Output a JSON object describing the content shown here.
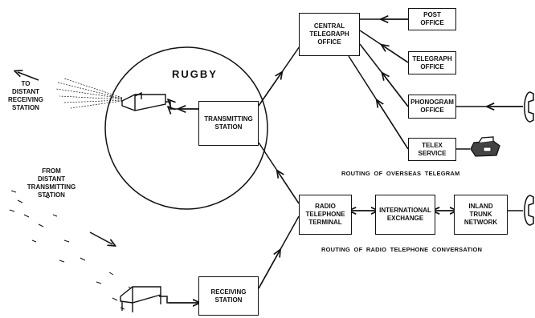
{
  "rugby_label": "RUGBY",
  "to_distant_label": "TO\nDISTANT\nRECEIVING\nSTATION",
  "from_distant_label": "FROM\nDISTANT\nTRANSMITTING\nSTATION",
  "boxes": {
    "transmitting": "TRANSMITTING\nSTATION",
    "receiving": "RECEIVING\nSTATION",
    "central_telegraph": "CENTRAL\nTELEGRAPH\nOFFICE",
    "post_office": "POST\nOFFICE",
    "telegraph_office": "TELEGRAPH\nOFFICE",
    "phonogram_office": "PHONOGRAM\nOFFICE",
    "telex_service": "TELEX\nSERVICE",
    "radio_telephone_terminal": "RADIO\nTELEPHONE\nTERMINAL",
    "international_exchange": "INTERNATIONAL\nEXCHANGE",
    "inland_trunk_network": "INLAND\nTRUNK\nNETWORK"
  },
  "captions": {
    "overseas_telegram": "ROUTING  OF  OVERSEAS  TELEGRAM",
    "radio_telephone": "ROUTING  OF  RADIO  TELEPHONE  CONVERSATION"
  },
  "icons": [
    "telephone-icon",
    "telex-machine-icon",
    "antenna-building-icon"
  ],
  "colors": {
    "ink": "#111111",
    "background": "#ffffff"
  }
}
